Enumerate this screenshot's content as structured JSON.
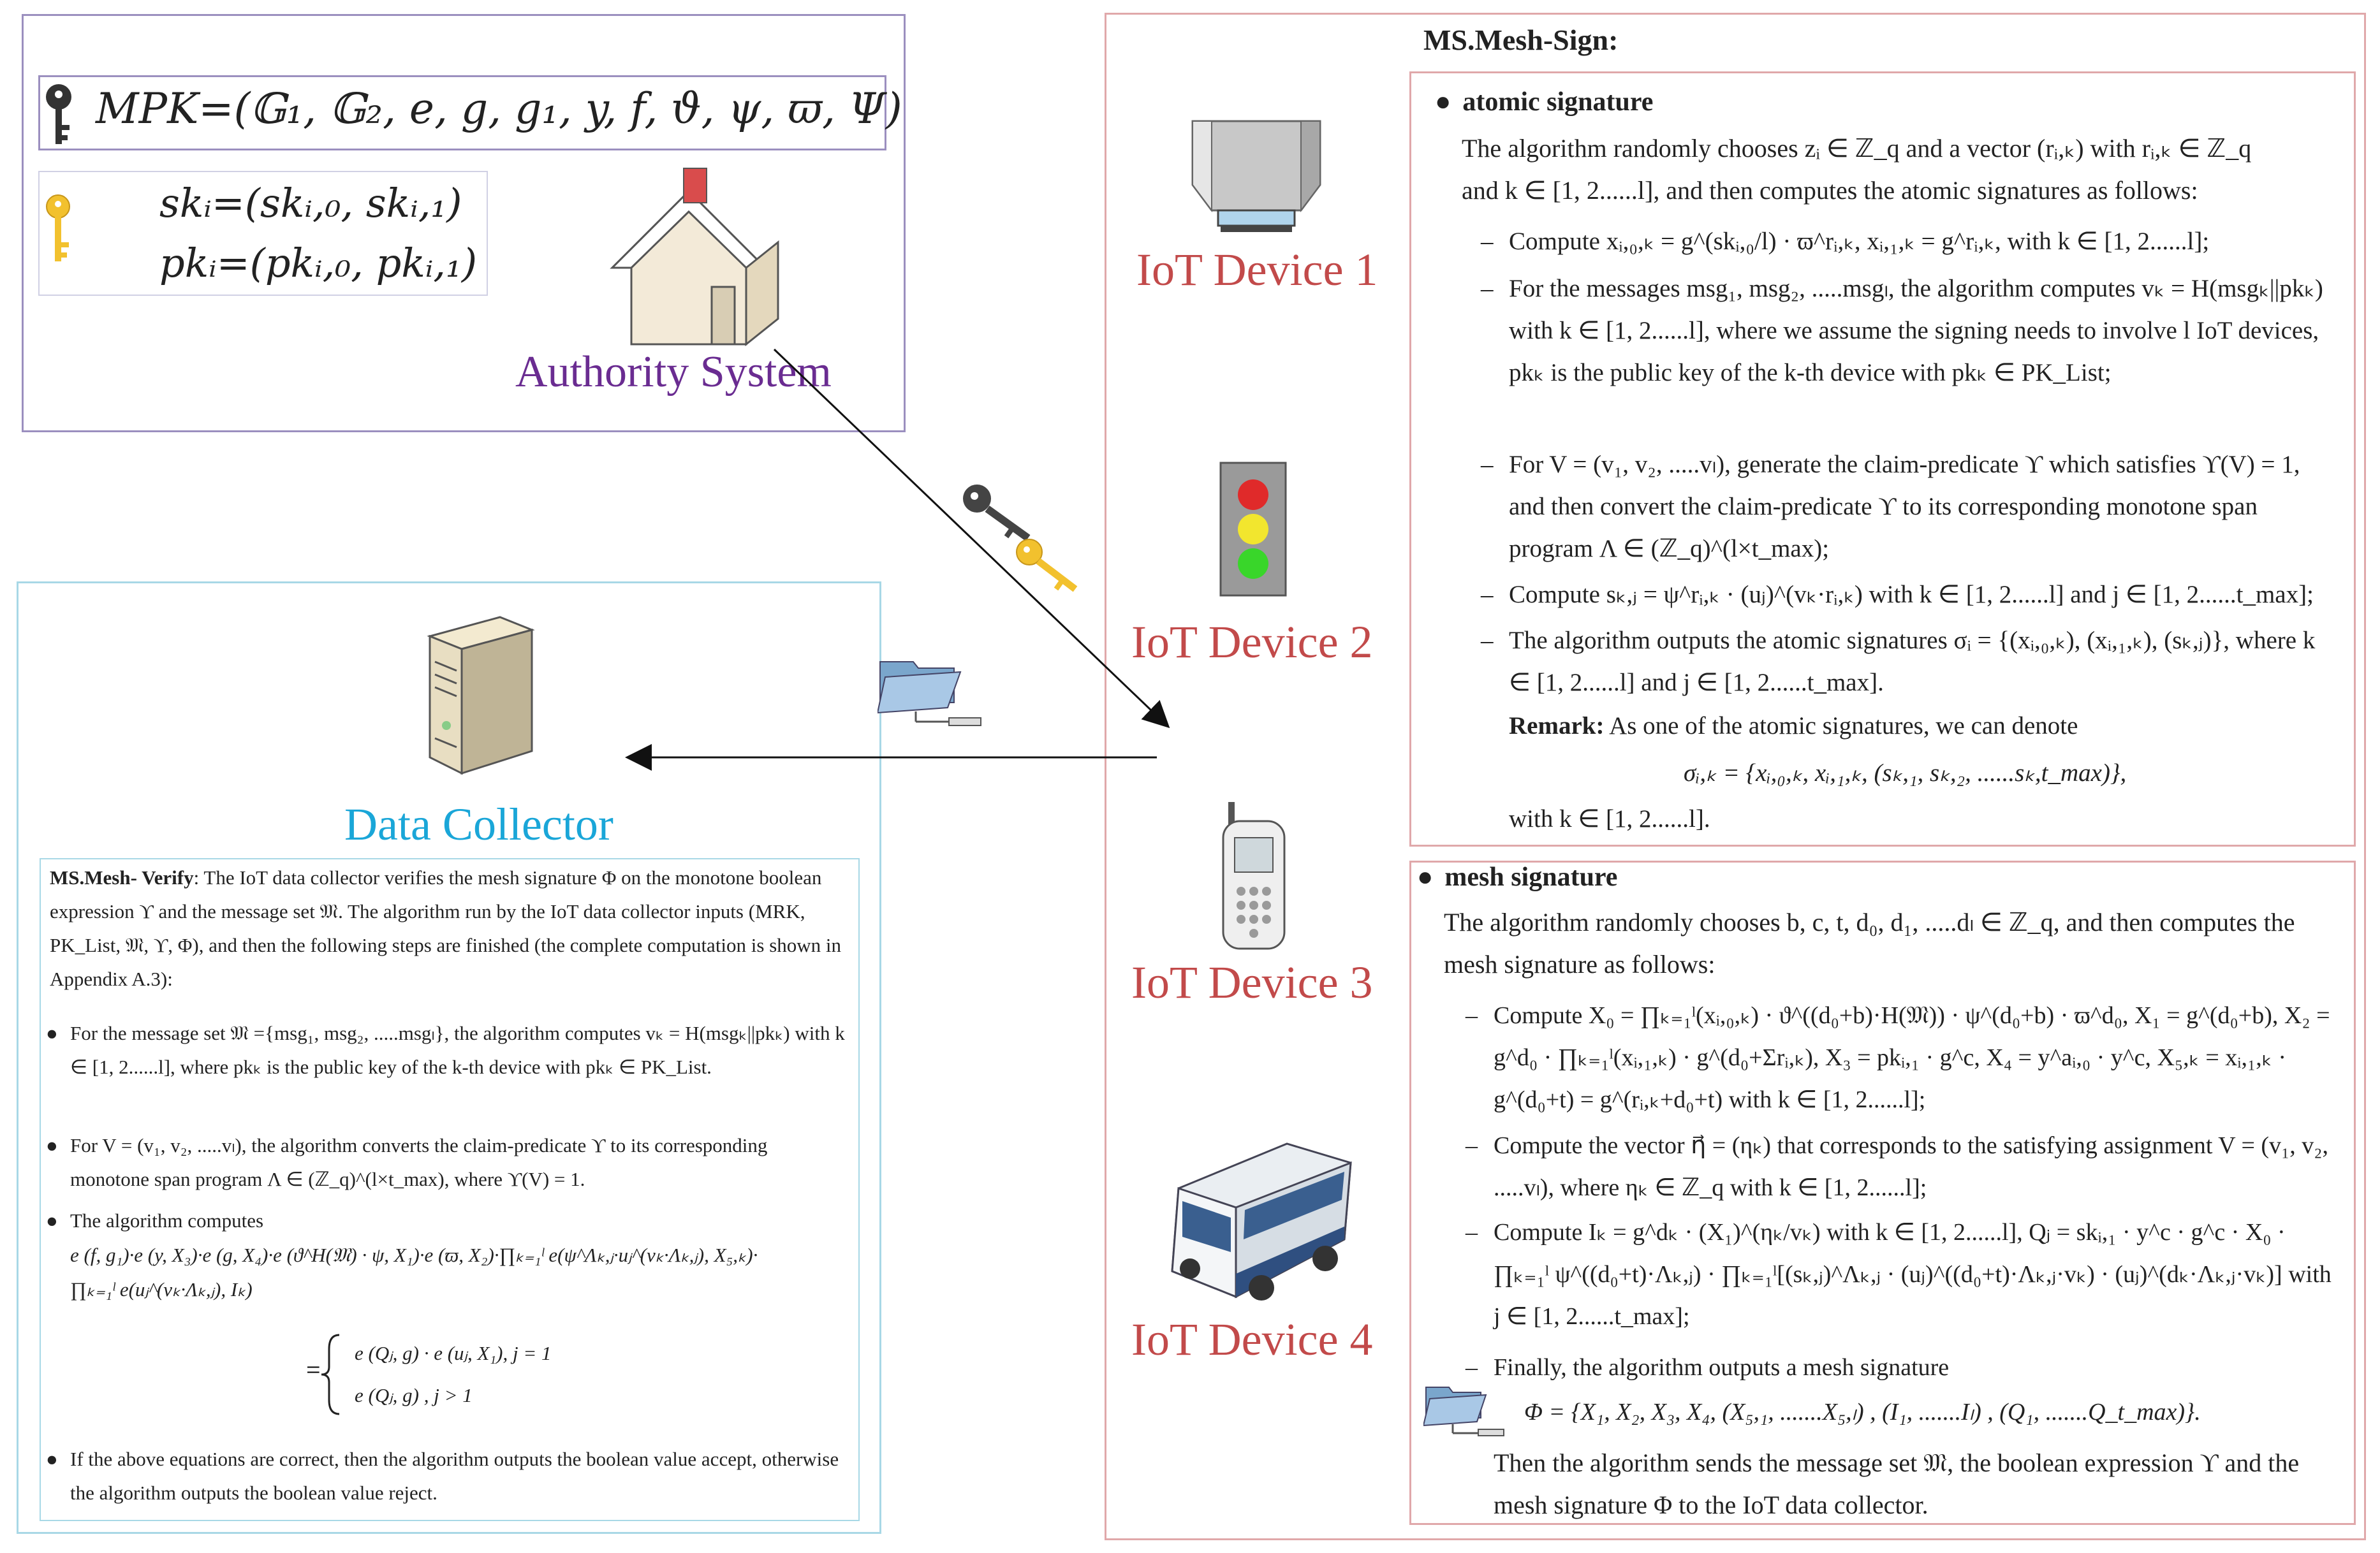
{
  "authority": {
    "mpk": "MPK=(𝔾₁, 𝔾₂, e, g, g₁, y, f, ϑ, ψ, ϖ, Ψ)",
    "sk": "skᵢ=(skᵢ,₀, skᵢ,₁)",
    "pk": "pkᵢ=(pkᵢ,₀, pkᵢ,₁)",
    "title": "Authority System"
  },
  "devices": {
    "d1": "IoT Device 1",
    "d2": "IoT Device 2",
    "d3": "IoT Device 3",
    "d4": "IoT Device 4"
  },
  "collector": {
    "title": "Data Collector",
    "verify_heading": "MS.Mesh- Verify",
    "verify_intro": ": The IoT data collector verifies the mesh signature Φ on the monotone boolean expression ϒ and the message set 𝔐. The algorithm run by the IoT data collector inputs (MRK, PK_List, 𝔐, ϒ, Φ), and then the following steps are finished (the complete computation is shown in Appendix A.3):",
    "bullets": [
      "For the message set 𝔐 ={msg₁, msg₂, .....msgₗ}, the algorithm computes vₖ = H(msgₖ||pkₖ) with k ∈ [1, 2......l], where pkₖ is the public key of the k-th device with pkₖ ∈ PK_List.",
      "For V = (v₁, v₂, .....vₗ), the algorithm converts the claim-predicate ϒ to its corresponding monotone span program Λ ∈ (ℤ_q)^(l×t_max), where ϒ(V) = 1.",
      "The algorithm computes",
      "If the above equations are correct, then the algorithm outputs the boolean value accept, otherwise the algorithm outputs the boolean value reject."
    ],
    "eq_line1": "e (f, g₁)·e (y, X₃)·e (g, X₄)·e (ϑ^H(𝔐) · ψ, X₁)·e (ϖ, X₂)·∏ₖ₌₁ˡ e(ψ^Λₖ,ⱼ·uⱼ^(vₖ·Λₖ,ⱼ), X₅,ₖ)·",
    "eq_line2": "∏ₖ₌₁ˡ e(uⱼ^(vₖ·Λₖ,ⱼ), Iₖ)",
    "eq_case1": "e (Qⱼ, g) · e (uⱼ, X₁),  j = 1",
    "eq_case2": "e (Qⱼ, g) ,  j > 1"
  },
  "sign": {
    "heading": "MS.Mesh-Sign:",
    "atomic_title": "atomic signature",
    "atomic_intro_1": "The algorithm randomly chooses zᵢ ∈ ℤ_q and a vector (rᵢ,ₖ) with rᵢ,ₖ ∈ ℤ_q",
    "atomic_intro_2": "and k ∈ [1, 2......l], and then computes the atomic signatures as follows:",
    "atomic_steps": [
      "Compute xᵢ,₀,ₖ = g^(skᵢ,₀/l) · ϖ^rᵢ,ₖ,  xᵢ,₁,ₖ = g^rᵢ,ₖ,  with k ∈ [1, 2......l];",
      "For the messages msg₁, msg₂, .....msgₗ, the algorithm computes vₖ = H(msgₖ||pkₖ) with k ∈ [1, 2......l], where we assume the signing needs to involve l IoT devices, pkₖ is the public key of the k-th device with pkₖ ∈ PK_List;",
      "For V = (v₁, v₂, .....vₗ), generate the claim-predicate ϒ which satisfies ϒ(V) = 1, and then convert the claim-predicate ϒ to its corresponding monotone span program Λ ∈ (ℤ_q)^(l×t_max);",
      "Compute sₖ,ⱼ = ψ^rᵢ,ₖ · (uⱼ)^(vₖ·rᵢ,ₖ) with k ∈ [1, 2......l] and j ∈ [1, 2......t_max];",
      "The algorithm outputs the atomic signatures σᵢ = {(xᵢ,₀,ₖ), (xᵢ,₁,ₖ), (sₖ,ⱼ)}, where k ∈ [1, 2......l] and j ∈ [1, 2......t_max]."
    ],
    "remark_label": "Remark:",
    "remark_text": "As one of the atomic signatures, we can denote",
    "remark_formula": "σᵢ,ₖ = {xᵢ,₀,ₖ, xᵢ,₁,ₖ, (sₖ,₁, sₖ,₂, ......sₖ,t_max)},",
    "remark_tail": "with k ∈ [1, 2......l].",
    "mesh_title": "mesh signature",
    "mesh_intro": "The algorithm randomly chooses b, c, t, d₀, d₁, .....dₗ ∈ ℤ_q, and then computes the mesh signature as follows:",
    "mesh_steps": [
      "Compute X₀ = ∏ₖ₌₁ˡ(xᵢ,₀,ₖ) · ϑ^((d₀+b)·H(𝔐)) · ψ^(d₀+b) · ϖ^d₀, X₁ = g^(d₀+b), X₂ = g^d₀ · ∏ₖ₌₁ˡ(xᵢ,₁,ₖ) · g^(d₀+Σrᵢ,ₖ), X₃ = pkᵢ,₁ · g^c, X₄ = y^aᵢ,₀ · y^c, X₅,ₖ = xᵢ,₁,ₖ · g^(d₀+t) = g^(rᵢ,ₖ+d₀+t) with k ∈ [1, 2......l];",
      "Compute the vector η⃗ = (ηₖ) that corresponds to the satisfying assignment V = (v₁, v₂, .....vₗ), where ηₖ ∈ ℤ_q with k ∈ [1, 2......l];",
      "Compute Iₖ = g^dₖ · (X₁)^(ηₖ/vₖ) with k ∈ [1, 2......l], Qⱼ = skᵢ,₁ · y^c · g^c · X₀ · ∏ₖ₌₁ˡ ψ^((d₀+t)·Λₖ,ⱼ) · ∏ₖ₌₁ˡ[(sₖ,ⱼ)^Λₖ,ⱼ · (uⱼ)^((d₀+t)·Λₖ,ⱼ·vₖ) · (uⱼ)^(dₖ·Λₖ,ⱼ·vₖ)] with j ∈ [1, 2......t_max];",
      "Finally, the algorithm outputs a mesh signature"
    ],
    "mesh_formula": "Φ = {X₁, X₂, X₃, X₄, (X₅,₁, .......X₅,ₗ) , (I₁, .......Iₗ) , (Q₁, .......Q_t_max)}.",
    "mesh_tail": "Then the algorithm sends the message set 𝔐, the boolean expression ϒ and the mesh signature Φ to the IoT data collector."
  },
  "colors": {
    "authority": "#6a2c91",
    "collector": "#1aa6d8",
    "device": "#c24a4a"
  },
  "icons": [
    "key-dark-icon",
    "key-gold-icon",
    "house-icon",
    "server-icon",
    "folder-network-icon",
    "sensor-icon",
    "traffic-light-icon",
    "cellphone-icon",
    "bus-icon"
  ]
}
